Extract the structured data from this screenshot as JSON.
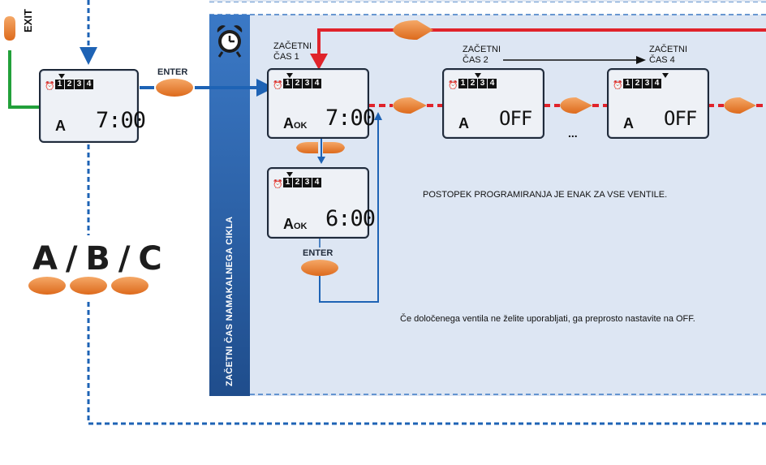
{
  "exit_label": "EXIT",
  "enter_label_main": "ENTER",
  "enter_label_sub": "ENTER",
  "side_panel_text": "ZAČETNI ČAS NAMAKALNEGA CIKLA",
  "headers": {
    "start1_line1": "ZAČETNI",
    "start1_line2": "ČAS 1",
    "start2_line1": "ZAČETNI",
    "start2_line2": "ČAS 2",
    "start4_line1": "ZAČETNI",
    "start4_line2": "ČAS 4"
  },
  "lcd_digits": [
    "1",
    "2",
    "3",
    "4"
  ],
  "displays": {
    "left": {
      "program": "A",
      "suffix": "",
      "time": "7:00"
    },
    "start1": {
      "program": "A",
      "suffix": "OK",
      "time": "7:00"
    },
    "edit": {
      "program": "A",
      "suffix": "OK",
      "time": "6:00"
    },
    "start2": {
      "program": "A",
      "suffix": "",
      "time": "OFF"
    },
    "start4": {
      "program": "A",
      "suffix": "",
      "time": "OFF"
    }
  },
  "ellipsis": "...",
  "note_same": "POSTOPEK PROGRAMIRANJA JE ENAK ZA VSE VENTILE.",
  "note_off": "Če določenega ventila ne želite uporabljati, ga preprosto nastavite na OFF.",
  "abc_label": "A / B / C",
  "colors": {
    "panel_bg": "#dde6f3",
    "panel_dash": "#3d79c4",
    "side_band": "#2d62a8",
    "flow_blue": "#1e63b5",
    "flow_red": "#e0232b",
    "flow_green": "#22a03a",
    "button_orange": "#e8762c"
  }
}
